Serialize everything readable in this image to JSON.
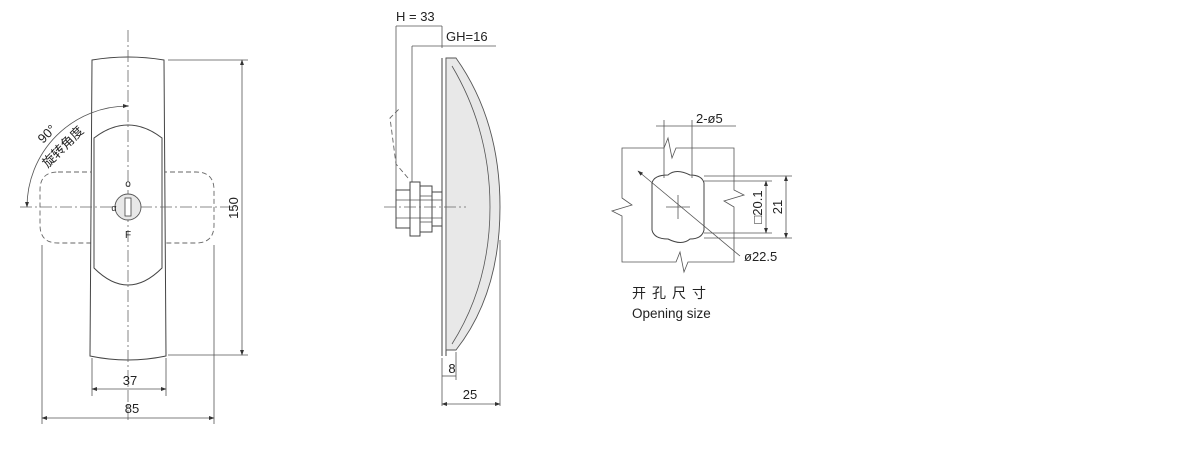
{
  "front_view": {
    "rotation_angle": "90°",
    "rotation_label": "旋转角度",
    "key_mark_top": "o",
    "key_mark_bottom": "F",
    "key_face": "α",
    "height": "150",
    "handle_width": "37",
    "overall_width": "85"
  },
  "side_view": {
    "h": "H = 33",
    "gh": "GH=16",
    "base": "8",
    "depth": "25"
  },
  "cutout": {
    "holes": "2-ø5",
    "square": "□20.1",
    "height": "21",
    "diameter": "ø22.5",
    "label_cn": "开孔尺寸",
    "label_en": "Opening size"
  },
  "colors": {
    "line": "#444444",
    "fill": "#e8e8e8"
  }
}
